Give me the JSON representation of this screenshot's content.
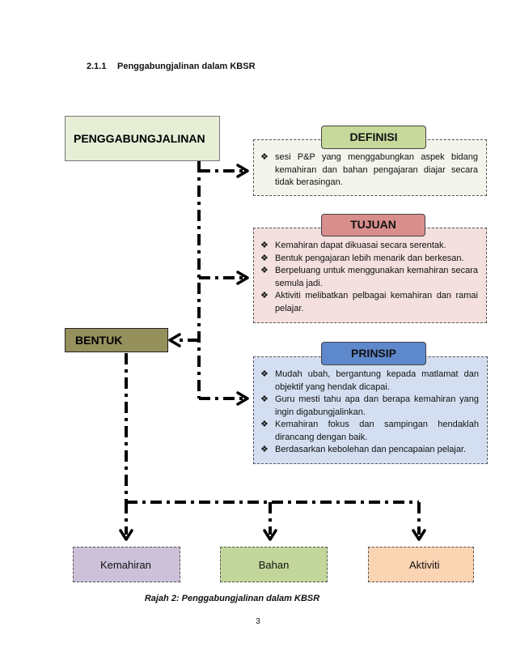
{
  "heading": {
    "number": "2.1.1",
    "title": "Penggabungjalinan dalam KBSR"
  },
  "main_box": {
    "label": "PENGGABUNGJALINAN"
  },
  "bentuk_box": {
    "label": "BENTUK"
  },
  "definisi": {
    "title": "DEFINISI",
    "items": [
      "sesi P&P yang menggabungkan aspek bidang kemahiran dan bahan pengajaran diajar secara tidak berasingan."
    ]
  },
  "tujuan": {
    "title": "TUJUAN",
    "items": [
      "Kemahiran dapat dikuasai secara serentak.",
      "Bentuk pengajaran lebih menarik dan berkesan.",
      "Berpeluang untuk menggunakan kemahiran secara semula jadi.",
      "Aktiviti melibatkan pelbagai kemahiran dan ramai pelajar."
    ]
  },
  "prinsip": {
    "title": "PRINSIP",
    "items": [
      "Mudah ubah, bergantung kepada matlamat dan objektif yang hendak dicapai.",
      "Guru mesti tahu apa dan berapa kemahiran yang ingin digabungjalinkan.",
      "Kemahiran fokus dan sampingan hendaklah dirancang dengan baik.",
      "Berdasarkan kebolehan dan pencapaian pelajar."
    ]
  },
  "bentuk_items": [
    "Kemahiran",
    "Bahan",
    "Aktiviti"
  ],
  "bullet_icon": "diamond-bullet-icon",
  "bullet_char": "❖",
  "caption": "Rajah 2: Penggabungjalinan dalam KBSR",
  "page_number": "3"
}
